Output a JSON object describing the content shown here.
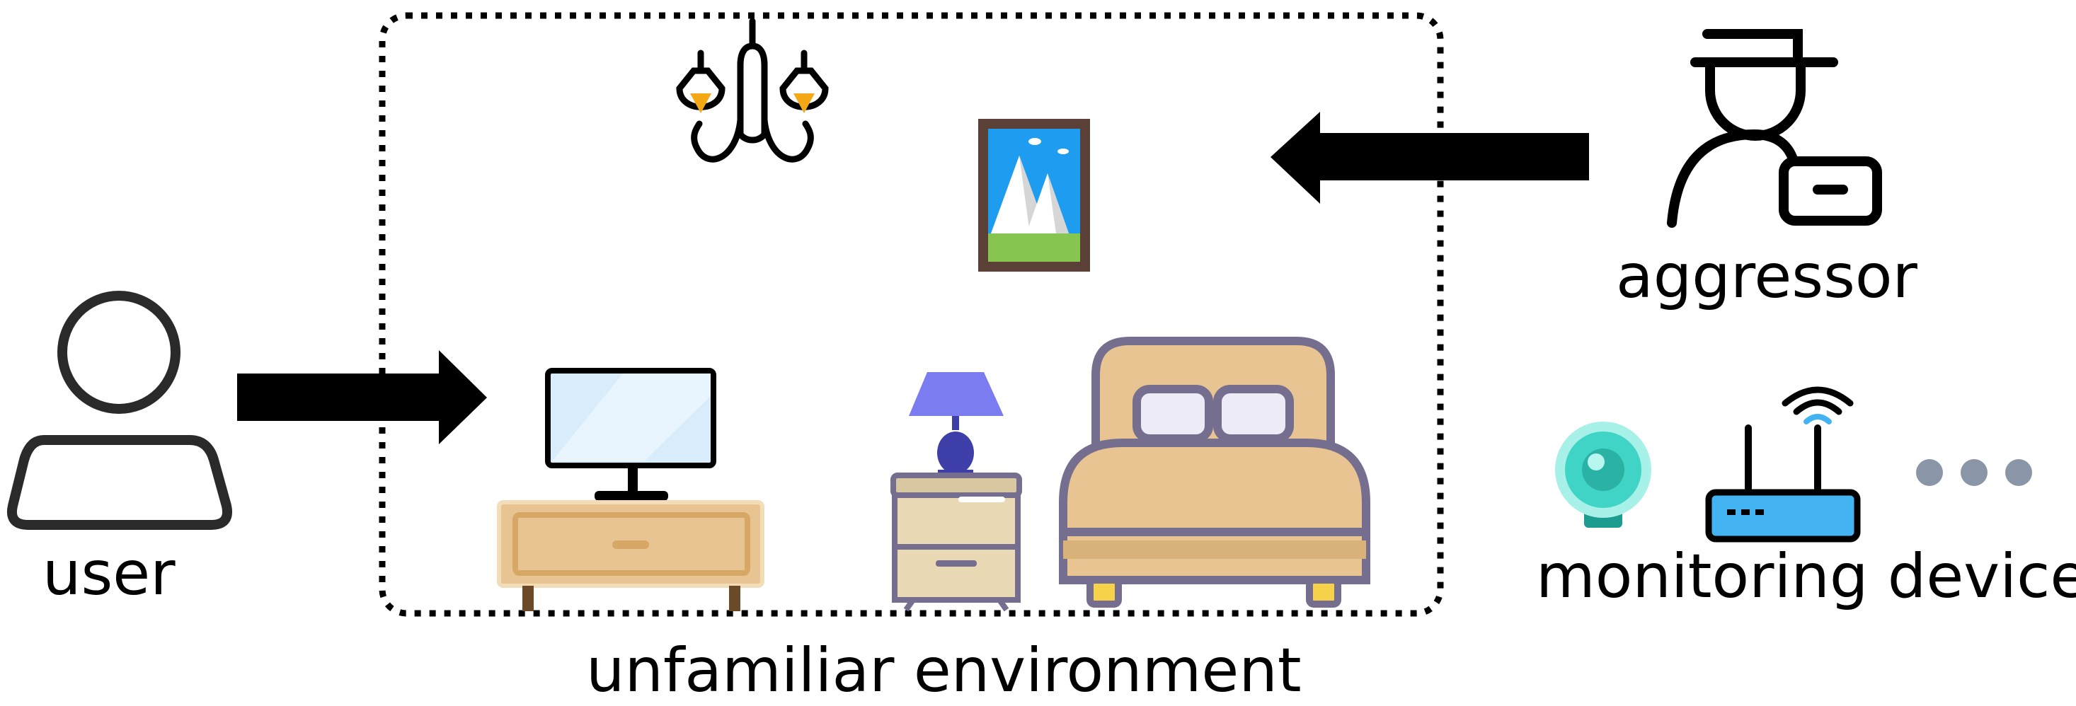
{
  "labels": {
    "user": "user",
    "aggressor": "aggressor",
    "monitoring_devices": "monitoring devices",
    "environment": "unfamiliar environment"
  },
  "icons": [
    "user-icon",
    "aggressor-icon",
    "chandelier-icon",
    "picture-frame-icon",
    "tv-stand-icon",
    "nightstand-lamp-icon",
    "bed-icon",
    "camera-icon",
    "router-icon",
    "ellipsis-icon"
  ],
  "colors": {
    "stroke": "#000000",
    "furniture_wood": "#E8C493",
    "furniture_outline": "#766E8E",
    "lamp_shade": "#7A7CF0",
    "screen": "#D8ECFB",
    "camera": "#3FD4C5",
    "router_blue": "#43B3F2",
    "flame": "#F5A816",
    "ellipsis": "#8A96A8"
  }
}
